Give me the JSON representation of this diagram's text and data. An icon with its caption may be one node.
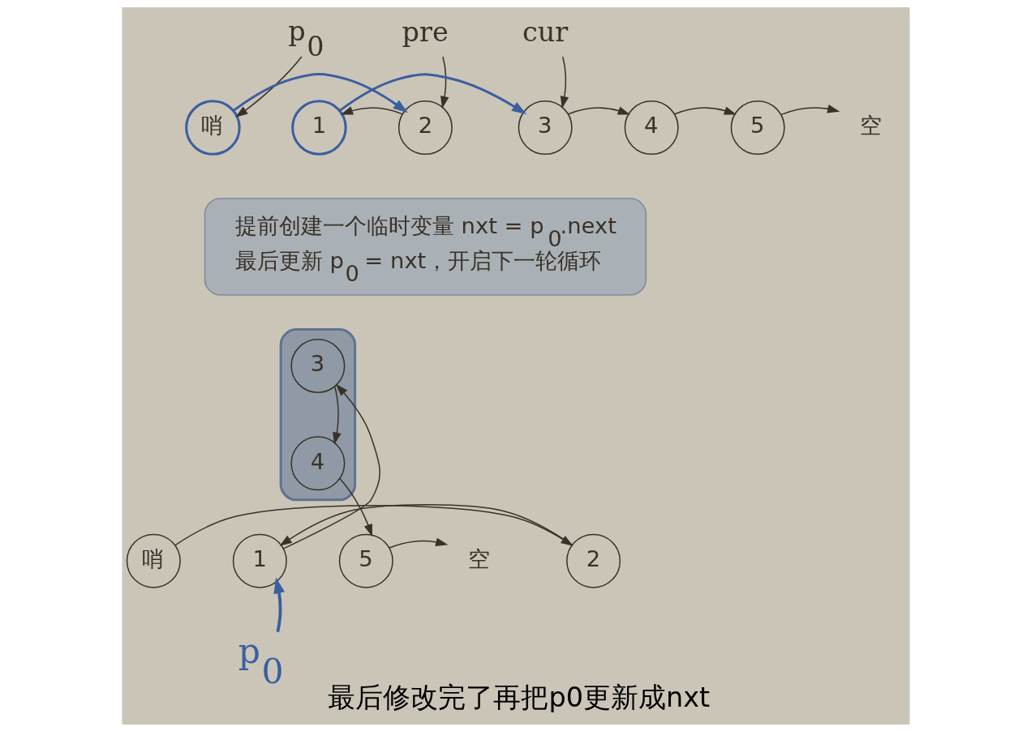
{
  "diagram": {
    "caption": "最后修改完了再把p0更新成nxt",
    "nodes": [
      {
        "text": [
          "p$_{0}$"
        ]
      },
      {
        "text": [
          "pre"
        ]
      },
      {
        "text": [
          "cur"
        ]
      },
      {
        "text": [
          "哨"
        ]
      },
      {
        "text": [
          "1"
        ]
      },
      {
        "text": [
          "2"
        ]
      },
      {
        "text": [
          "3"
        ]
      },
      {
        "text": [
          "4"
        ]
      },
      {
        "text": [
          "5"
        ]
      },
      {
        "text": [
          "空"
        ]
      },
      {
        "text": [
          "提前创建一个临时变量 nxt = p$_{0}$.next",
          "最后更新 p$_{0}$ = nxt，开启下一轮循环"
        ]
      },
      {
        "text": [],
        "shape": "box"
      },
      {
        "text": [
          "哨"
        ]
      },
      {
        "text": [
          "1"
        ]
      },
      {
        "text": [
          "2"
        ]
      },
      {
        "text": [
          "3"
        ],
        "in": 11
      },
      {
        "text": [
          "4"
        ],
        "in": 11
      },
      {
        "text": [
          "5"
        ]
      },
      {
        "text": [
          "空"
        ]
      },
      {
        "text": [
          "p$_{0}$"
        ]
      }
    ],
    "edges": [
      {
        "from": 0,
        "to": 3,
        "arrow": "to"
      },
      {
        "from": 1,
        "to": 5,
        "arrow": "to"
      },
      {
        "from": 2,
        "to": 6,
        "arrow": "to"
      },
      {
        "from": 3,
        "to": 5,
        "arrow": "to",
        "color": "#3a5fa0"
      },
      {
        "from": 5,
        "to": 4,
        "arrow": "to"
      },
      {
        "from": 4,
        "to": 6,
        "arrow": "to",
        "color": "#3a5fa0"
      },
      {
        "from": 6,
        "to": 7,
        "arrow": "to"
      },
      {
        "from": 7,
        "to": 8,
        "arrow": "to"
      },
      {
        "from": 8,
        "to": 9,
        "arrow": "to"
      },
      {
        "from": 12,
        "to": 14,
        "arrow": "to"
      },
      {
        "from": 14,
        "to": 13,
        "arrow": "to"
      },
      {
        "from": 13,
        "to": 15,
        "arrow": "to"
      },
      {
        "from": 15,
        "to": 16,
        "arrow": "to"
      },
      {
        "from": 16,
        "to": 17,
        "arrow": "to"
      },
      {
        "from": 17,
        "to": 18,
        "arrow": "to"
      },
      {
        "from": 19,
        "to": 13,
        "arrow": "to",
        "style": "thick",
        "color": "#3a5fa0"
      }
    ]
  }
}
